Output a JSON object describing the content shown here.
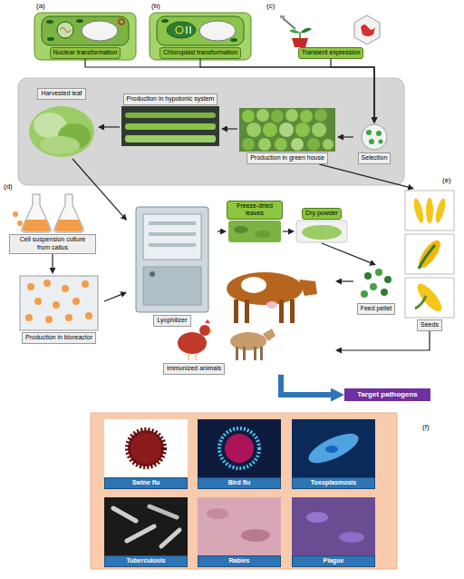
{
  "diagram": {
    "nodes": [
      {
        "text": [
          "Nuclear transformation"
        ]
      },
      {
        "text": [
          "Chloroplast transformation"
        ]
      },
      {
        "text": [
          "Transient expression"
        ]
      },
      {
        "text": [
          "Harvested leaf"
        ]
      },
      {
        "text": [
          "Production in hypotonic system"
        ]
      },
      {
        "text": [
          "Production in green house"
        ]
      },
      {
        "text": [
          "Selection"
        ]
      },
      {
        "text": [
          "Cell suspension culture from callus"
        ]
      },
      {
        "text": [
          "Production in bioreactor"
        ]
      },
      {
        "text": [
          "Lyophilizer"
        ]
      },
      {
        "text": [
          "Freeze-dried leaves"
        ]
      },
      {
        "text": [
          "Dry powder"
        ]
      },
      {
        "text": [
          "Feed pellet"
        ]
      },
      {
        "text": [
          "Immunized animals"
        ]
      },
      {
        "text": [
          "Seeds"
        ]
      },
      {
        "text": [
          "Target pathogens"
        ]
      },
      {
        "text": [
          "Swine flu"
        ]
      },
      {
        "text": [
          "Bird flu"
        ]
      },
      {
        "text": [
          "Toxoplasmosis"
        ]
      },
      {
        "text": [
          "Tuberculosis"
        ]
      },
      {
        "text": [
          "Rabies"
        ]
      },
      {
        "text": [
          "Plague"
        ]
      }
    ],
    "edges": [
      {
        "from": 0,
        "to": 6,
        "arrow": "to"
      },
      {
        "from": 1,
        "to": 6,
        "arrow": "to"
      },
      {
        "from": 2,
        "to": 6,
        "arrow": "to"
      },
      {
        "from": 6,
        "to": 5,
        "arrow": "to"
      },
      {
        "from": 5,
        "to": 4,
        "arrow": "to"
      },
      {
        "from": 4,
        "to": 3,
        "arrow": "to"
      },
      {
        "from": 5,
        "to": 14,
        "arrow": "to"
      },
      {
        "from": 3,
        "to": 9,
        "arrow": "to"
      },
      {
        "from": 7,
        "to": 8,
        "arrow": "to"
      },
      {
        "from": 8,
        "to": 9,
        "arrow": "to"
      },
      {
        "from": 9,
        "to": 10,
        "arrow": "to"
      },
      {
        "from": 10,
        "to": 11,
        "arrow": "to"
      },
      {
        "from": 11,
        "to": 12,
        "arrow": "to"
      },
      {
        "from": 12,
        "to": 13,
        "arrow": "to"
      },
      {
        "from": 14,
        "to": 13,
        "arrow": "to"
      },
      {
        "from": 13,
        "to": 15,
        "arrow": "to"
      }
    ],
    "labels": [
      "(a)",
      "(b)",
      "(c)",
      "(d)",
      "(e)",
      "(f)"
    ]
  }
}
